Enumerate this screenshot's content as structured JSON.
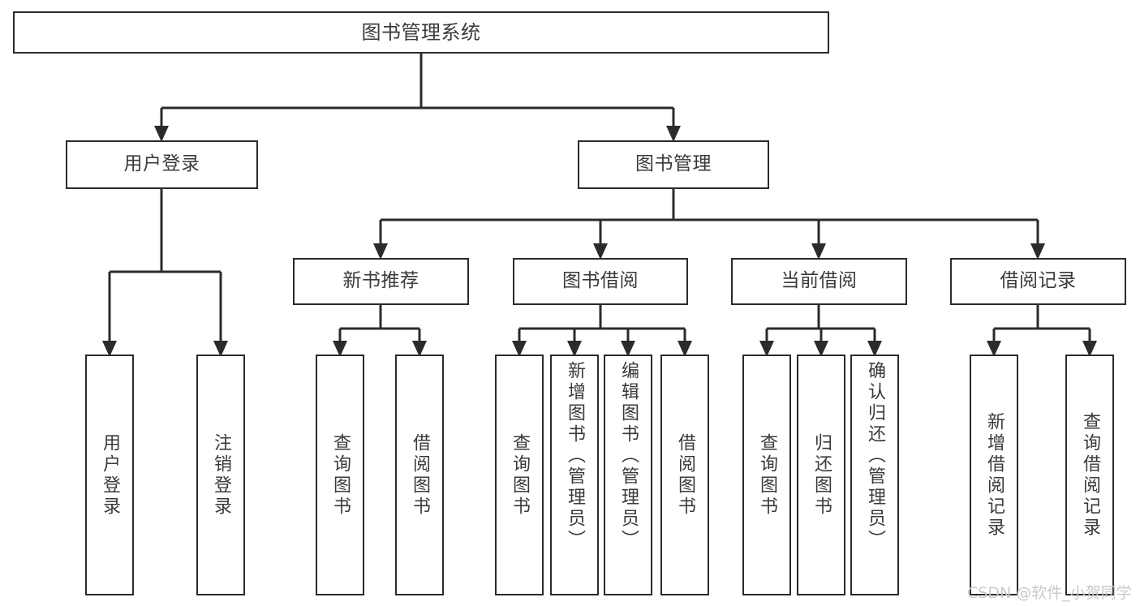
{
  "diagram": {
    "type": "tree",
    "title": "图书管理系统",
    "orientation": "top-down",
    "edge_color": "#2b2b2b",
    "box_border_color": "#2b2b2b",
    "box_fill_color": "#ffffff",
    "text_color": "#3a3a3a"
  },
  "nodes": {
    "root": {
      "label": "图书管理系统",
      "level": 0
    },
    "user_login": {
      "label": "用户登录",
      "level": 1
    },
    "book_manage": {
      "label": "图书管理",
      "level": 1
    },
    "new_book_rec": {
      "label": "新书推荐",
      "level": 2
    },
    "book_borrow": {
      "label": "图书借阅",
      "level": 2
    },
    "current_borrow": {
      "label": "当前借阅",
      "level": 2
    },
    "borrow_record": {
      "label": "借阅记录",
      "level": 2
    },
    "leaf_user_login": {
      "label": "用户登录",
      "level": 2
    },
    "leaf_logout": {
      "label": "注销登录",
      "level": 2
    },
    "leaf_query_book_1": {
      "label": "查询图书",
      "level": 3
    },
    "leaf_borrow_book_1": {
      "label": "借阅图书",
      "level": 3
    },
    "leaf_query_book_2": {
      "label": "查询图书",
      "level": 3
    },
    "leaf_add_book": {
      "label": "新增图书（管理员）",
      "level": 3
    },
    "leaf_edit_book": {
      "label": "编辑图书（管理员）",
      "level": 3
    },
    "leaf_borrow_book_2": {
      "label": "借阅图书",
      "level": 3
    },
    "leaf_query_book_3": {
      "label": "查询图书",
      "level": 3
    },
    "leaf_return_book": {
      "label": "归还图书",
      "level": 3
    },
    "leaf_confirm_return": {
      "label": "确认归还（管理员）",
      "level": 3
    },
    "leaf_add_record": {
      "label": "新增借阅记录",
      "level": 3
    },
    "leaf_query_record": {
      "label": "查询借阅记录",
      "level": 3
    }
  },
  "edges": [
    {
      "from": "root",
      "to": "user_login"
    },
    {
      "from": "root",
      "to": "book_manage"
    },
    {
      "from": "user_login",
      "to": "leaf_user_login"
    },
    {
      "from": "user_login",
      "to": "leaf_logout"
    },
    {
      "from": "book_manage",
      "to": "new_book_rec"
    },
    {
      "from": "book_manage",
      "to": "book_borrow"
    },
    {
      "from": "book_manage",
      "to": "current_borrow"
    },
    {
      "from": "book_manage",
      "to": "borrow_record"
    },
    {
      "from": "new_book_rec",
      "to": "leaf_query_book_1"
    },
    {
      "from": "new_book_rec",
      "to": "leaf_borrow_book_1"
    },
    {
      "from": "book_borrow",
      "to": "leaf_query_book_2"
    },
    {
      "from": "book_borrow",
      "to": "leaf_add_book"
    },
    {
      "from": "book_borrow",
      "to": "leaf_edit_book"
    },
    {
      "from": "book_borrow",
      "to": "leaf_borrow_book_2"
    },
    {
      "from": "current_borrow",
      "to": "leaf_query_book_3"
    },
    {
      "from": "current_borrow",
      "to": "leaf_return_book"
    },
    {
      "from": "current_borrow",
      "to": "leaf_confirm_return"
    },
    {
      "from": "borrow_record",
      "to": "leaf_add_record"
    },
    {
      "from": "borrow_record",
      "to": "leaf_query_record"
    }
  ],
  "watermark": {
    "text": "CSDN @软件_小贺同学",
    "color": "#c9c9c9"
  }
}
